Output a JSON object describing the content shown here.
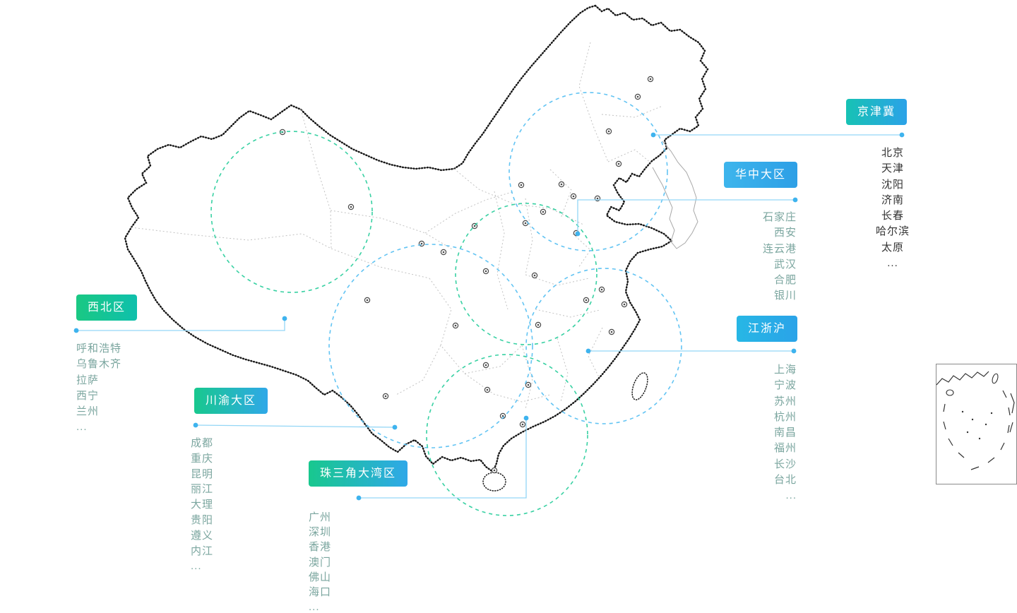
{
  "colors": {
    "background": "#ffffff",
    "connector_line": "#93d6f6",
    "connector_dot": "#3eb3ee",
    "region_circle_blue": "#5bc1f2",
    "region_circle_green": "#2ecf9e",
    "map_outline": "#161616",
    "province_line": "#c2c2c2",
    "city_text_teal": "#7ba69f",
    "city_text_dark": "#333333"
  },
  "regions": [
    {
      "id": "jingjinji",
      "label": "京津冀",
      "tag_colors": [
        "#17c2b4",
        "#2ba2e8"
      ],
      "city_text_color": "#333333",
      "cities": [
        "北京",
        "天津",
        "沈阳",
        "济南",
        "长春",
        "哈尔滨",
        "太原",
        "..."
      ]
    },
    {
      "id": "huazhong",
      "label": "华中大区",
      "tag_colors": [
        "#3db5ec",
        "#2d9fe6"
      ],
      "city_text_color": "#7ba69f",
      "cities": [
        "石家庄",
        "西安",
        "连云港",
        "武汉",
        "合肥",
        "银川"
      ]
    },
    {
      "id": "jiangzhehu",
      "label": "江浙沪",
      "tag_colors": [
        "#27b7e5",
        "#2aa3e8"
      ],
      "city_text_color": "#7ba69f",
      "cities": [
        "上海",
        "宁波",
        "苏州",
        "杭州",
        "南昌",
        "福州",
        "长沙",
        "台北",
        "..."
      ]
    },
    {
      "id": "xibei",
      "label": "西北区",
      "tag_colors": [
        "#1ac883",
        "#0fc0ac"
      ],
      "city_text_color": "#7ba69f",
      "cities": [
        "呼和浩特",
        "乌鲁木齐",
        "拉萨",
        "西宁",
        "兰州",
        "..."
      ]
    },
    {
      "id": "chuanyu",
      "label": "川渝大区",
      "tag_colors": [
        "#18c88e",
        "#2fa8e8"
      ],
      "city_text_color": "#7ba69f",
      "cities": [
        "成都",
        "重庆",
        "昆明",
        "丽江",
        "大理",
        "贵阳",
        "遵义",
        "内江",
        "..."
      ]
    },
    {
      "id": "dawanqu",
      "label": "珠三角大湾区",
      "tag_colors": [
        "#18c88e",
        "#2fa8e8"
      ],
      "city_text_color": "#7ba69f",
      "cities": [
        "广州",
        "深圳",
        "香港",
        "澳门",
        "佛山",
        "海口",
        "..."
      ]
    }
  ]
}
